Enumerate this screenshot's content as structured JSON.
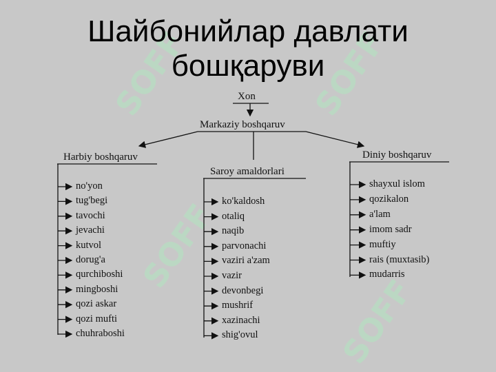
{
  "title": {
    "line1": "Шайбонийлар давлати",
    "line2": "бошқаруви"
  },
  "diagram": {
    "top": "Xon",
    "center": "Markaziy boshqaruv",
    "branches": [
      {
        "label": "Harbiy boshqaruv",
        "items": [
          "no'yon",
          "tug'begi",
          "tavochi",
          "jevachi",
          "kutvol",
          "dorug'a",
          "qurchiboshi",
          "mingboshi",
          "qozi askar",
          "qozi mufti",
          "chuhraboshi"
        ]
      },
      {
        "label": "Saroy amaldorlari",
        "items": [
          "ko'kaldosh",
          "otaliq",
          "naqib",
          "parvonachi",
          "vaziri a'zam",
          "vazir",
          "devonbegi",
          "mushrif",
          "xazinachi",
          "shig'ovul"
        ]
      },
      {
        "label": "Diniy boshqaruv",
        "items": [
          "shayxul islom",
          "qozikalon",
          "a'lam",
          "imom sadr",
          "muftiy",
          "rais (muxtasib)",
          "mudarris"
        ]
      }
    ]
  },
  "watermark": "SOFF"
}
